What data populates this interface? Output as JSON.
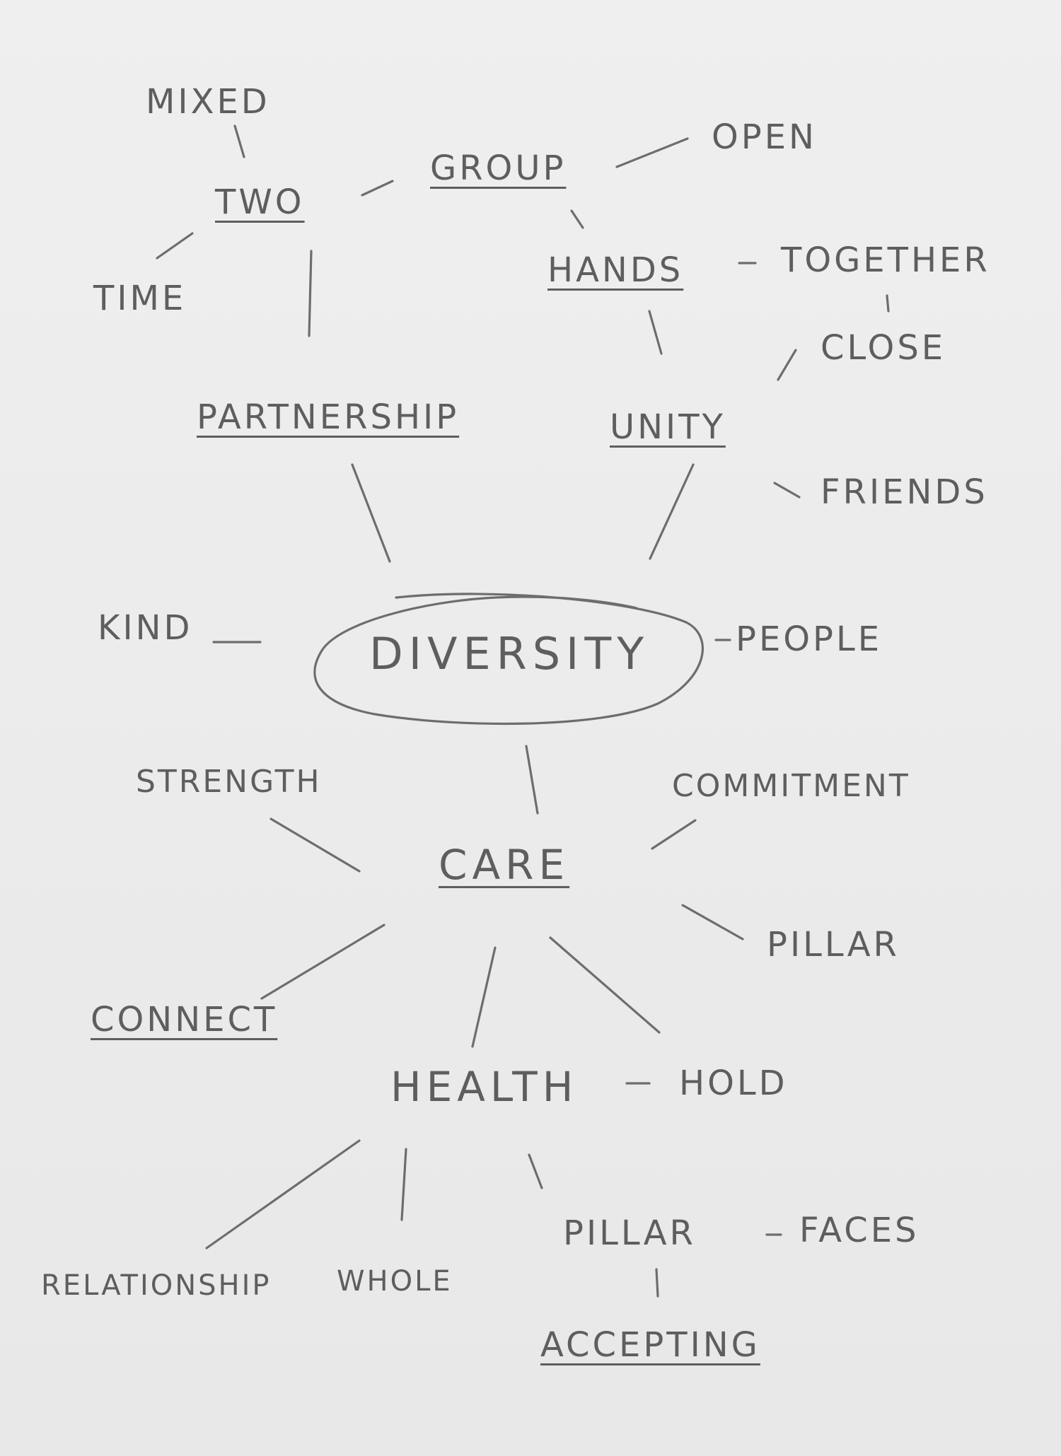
{
  "diagram": {
    "center": "DIVERSITY",
    "nodes": {
      "mixed": "MIXED",
      "two": "TWO",
      "group": "GROUP",
      "open": "OPEN",
      "time": "TIME",
      "hands": "HANDS",
      "together": "TOGETHER",
      "close": "CLOSE",
      "partnership": "PARTNERSHIP",
      "unity": "UNITY",
      "friends": "FRIENDS",
      "kind": "KIND",
      "people": "PEOPLE",
      "strength": "STRENGTH",
      "commitment": "COMMITMENT",
      "care": "CARE",
      "pillar_care": "PILLAR",
      "connect": "CONNECT",
      "health": "HEALTH",
      "hold": "HOLD",
      "pillar_health": "PILLAR",
      "faces": "FACES",
      "relationship": "RELATIONSHIP",
      "whole": "WHOLE",
      "accepting": "ACCEPTING"
    },
    "colors": {
      "pencil": "#5e5e5e",
      "paper": "#ececec"
    }
  }
}
